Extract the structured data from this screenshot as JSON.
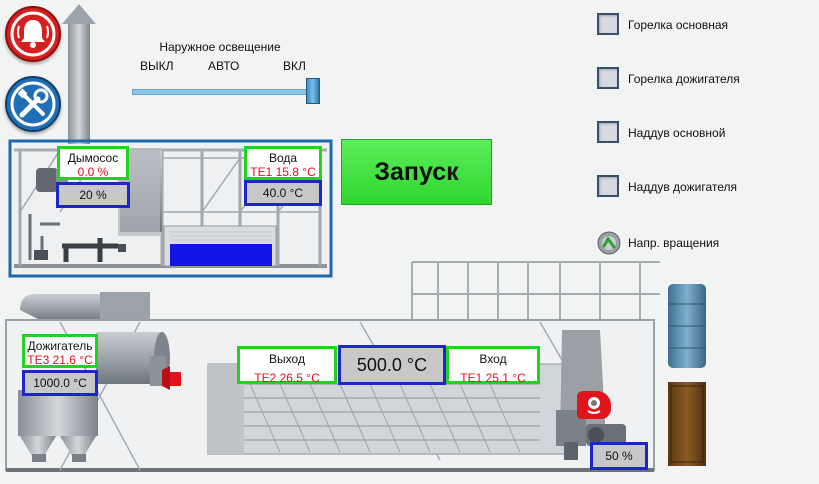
{
  "lighting": {
    "title": "Наружное освещение",
    "off_label": "ВЫКЛ",
    "auto_label": "АВТО",
    "on_label": "ВКЛ",
    "position": "ВКЛ"
  },
  "start_button": {
    "label": "Запуск"
  },
  "smoke_fan": {
    "title": "Дымосос",
    "value": "0.0 %",
    "setpoint": "20 %"
  },
  "water": {
    "title": "Вода",
    "reading": "TE1 15.8 °C",
    "setpoint": "40.0 °C"
  },
  "afterburner": {
    "title": "Дожигатель",
    "reading": "TE3 21.6 °C",
    "setpoint": "1000.0 °C"
  },
  "outlet": {
    "title": "Выход",
    "reading": "TE2 26.5 °C"
  },
  "main_temperature": "500.0 °C",
  "inlet": {
    "title": "Вход",
    "reading": "TE1 25.1 °C"
  },
  "drum_speed": "50 %",
  "checkboxes": [
    {
      "label": "Горелка основная",
      "checked": false
    },
    {
      "label": "Горелка дожигателя",
      "checked": false
    },
    {
      "label": "Наддув основной",
      "checked": false
    },
    {
      "label": "Наддув дожигателя",
      "checked": false
    }
  ],
  "rotation_direction": {
    "label": "Напр. вращения"
  },
  "icons": {
    "alarm": "alarm-bell-icon",
    "settings": "wrench-screwdriver-icon",
    "rotation": "rotation-direction-icon",
    "motor": "motor-icon"
  },
  "colors": {
    "alarm_red": "#d81f1f",
    "settings_blue": "#1f6fb7",
    "panel_green": "#21d21e",
    "panel_blue": "#1b27c8",
    "start_green": "#37e03a",
    "value_red": "#e0141a",
    "water_blue": "#1414e6"
  }
}
